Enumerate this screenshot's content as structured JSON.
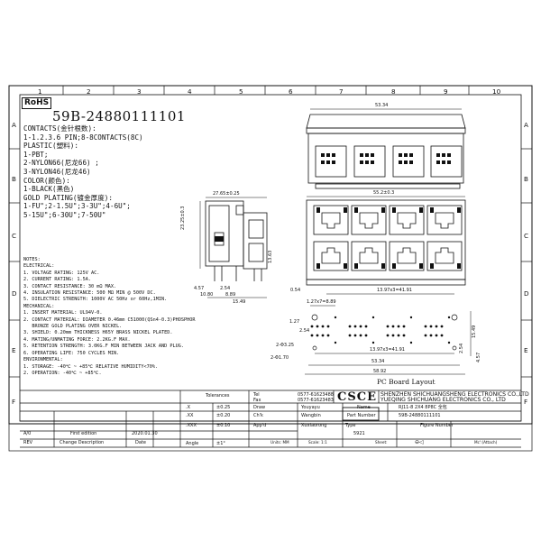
{
  "rohs": "RoHS",
  "part_number_title": "59B-24880111101",
  "ordering": {
    "lines": [
      "CONTACTS(金针根数):",
      "1-1.2.3.6 PIN;8-8CONTACTS(8C)",
      "PLASTIC(塑料):",
      "1-PBT;",
      "2-NYLON66(尼龙66) ;",
      "3-NYLON46(尼龙46)",
      "COLOR(颜色):",
      "1-BLACK(黑色)",
      "GOLD PLATING(镀金厚度):",
      "1-FU\";2-1.5U\";3-3U\";4-6U\";",
      "5-15U\";6-30U\";7-50U\""
    ]
  },
  "grid": {
    "columns": [
      "1",
      "2",
      "3",
      "4",
      "5",
      "6",
      "7",
      "8",
      "9",
      "10"
    ],
    "rows": [
      "A",
      "B",
      "C",
      "D",
      "E",
      "F"
    ]
  },
  "notes": {
    "lines": [
      "NOTES:",
      "ELECTRICAL:",
      "1. VOLTAGE RATING: 125V AC.",
      "2. CURRENT RATING: 1.5A.",
      "3. CONTACT RESISTANCE: 30 mΩ MAX.",
      "4. INSULATION RESISTANCE: 500 MΩ MIN @ 500V DC.",
      "5. DIELECTRIC STRENGTH: 1000V AC 50Hz or 60Hz,1MIN.",
      "MECHANICAL:",
      "1. INSERT MATERIAL: UL94V-0.",
      "2. CONTACT MATERIAL: DIAMETER 0.46mm C51000(QSn4-0.3)PHOSPHOR",
      "   BRONZE GOLD PLATING OVER NICKEL.",
      "3. SHIELD: 0.20mm THICKNESS H65Y BRASS NICKEL PLATED.",
      "4. MATING/UNMATING FORCE: 2.2KG.F MAX.",
      "5. RETENTION STRENGTH: 3.0KG.F MIN BETWEEN JACK AND PLUG.",
      "6. OPERATING LIFE: 750 CYCLES MIN.",
      "ENVIRONMENTAL:",
      "1. STORAGE: -40℃ ~ +85℃ RELATIVE HUMIDITY<70%.",
      "2. OPERATION: -40℃ ~ +85℃."
    ]
  },
  "dimensions": {
    "top_width": "53.34",
    "front_width": "55.2±0.3",
    "side_depth": "27.65±0.25",
    "side_height": "23.25±0.3",
    "side_13_63": "13.63",
    "side_4_57": "4.57",
    "side_2_54": "2.54",
    "side_10_80": "10.80",
    "side_8_89": "8.89",
    "side_15_49": "15.49",
    "front_0_54": "0.54",
    "front_pitch": "13.97x3=41.91",
    "pcb_top_pitch": "1.27x7=8.89",
    "pcb_1_27": "1.27",
    "pcb_2_54": "2.54",
    "pcb_15_49": "15.49",
    "pcb_hole_325": "2-Φ3.25",
    "pcb_pitch": "13.97x3=41.91",
    "pcb_2_54b": "2.54",
    "pcb_hole_170": "2-Φ1.70",
    "pcb_width": "53.34",
    "pcb_4_57": "4.57",
    "pcb_overall": "58.92",
    "pcb_label": "PC Board Layout"
  },
  "title_block": {
    "tolerances": "Tolerances",
    "tel_label": "Tel",
    "tel_value": "0577-61623488",
    "fax_label": "Fax",
    "fax_value": "0577-61623483",
    "logo": "CSCE",
    "company_cn": "SHENZHEN SHICHUANGSHENG ELECTRONICS CO.,LTD",
    "company_en": "YUEQING SHICHUANG ELECTRONICS CO., LTD",
    "tol_x": ".X",
    "tol_x_val": "±0.25",
    "tol_xx": ".XX",
    "tol_xx_val": "±0.20",
    "tol_xxx": ".XXX",
    "tol_xxx_val": "±0.10",
    "angle": "Angle",
    "angle_val": "±1°",
    "draw_label": "Draw",
    "draw_name": "Youyayu",
    "chk_label": "Ch'k",
    "chk_name": "Wangbin",
    "appd_label": "App'd",
    "appd_name": "Xuxiaorong",
    "name_label": "Name",
    "name_value": "RJ11-8 2X4 8P8C 全包",
    "partno_label": "Part Number",
    "partno_value": "59B-24880111101",
    "type_label": "Type",
    "type_value": "5921",
    "figure_label": "Figure Number",
    "units": "Units: MM",
    "scale": "Scale: 1:1",
    "sheet": "Sheet:",
    "mc": "Mc':(Attach)",
    "rev_a": "A/0",
    "first_edition": "First edition",
    "date": "2020.01.30",
    "rev_label": "REV",
    "change_desc": "Change Description",
    "date_label": "Date"
  }
}
